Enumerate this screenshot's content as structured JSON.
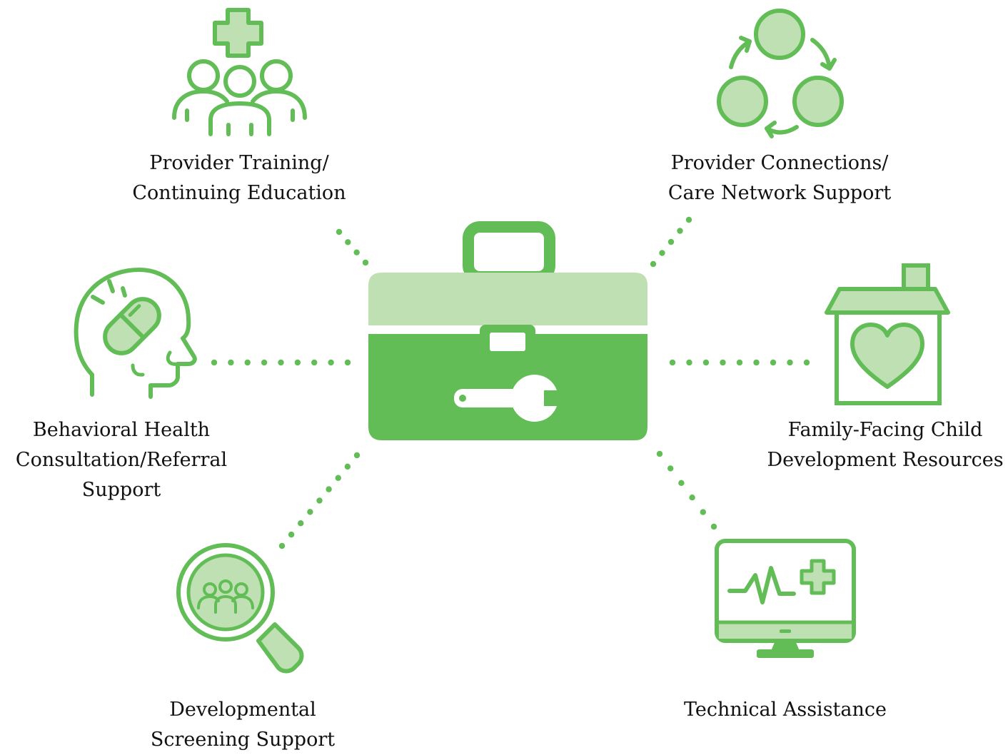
{
  "colors": {
    "green": "#62bd57",
    "light_green": "#bfe0b3",
    "dots": "#62bd57",
    "text": "#111111"
  },
  "center": {
    "icon": "toolbox-icon",
    "inner_icon": "wrench-icon"
  },
  "nodes": [
    {
      "id": "training",
      "icon": "provider-group-plus-icon",
      "label_lines": [
        "Provider Training/",
        "Continuing Education"
      ]
    },
    {
      "id": "connections",
      "icon": "cycle-network-icon",
      "label_lines": [
        "Provider Connections/",
        "Care Network Support"
      ]
    },
    {
      "id": "behavioral",
      "icon": "head-pill-icon",
      "label_lines": [
        "Behavioral Health",
        "Consultation/Referral",
        "Support"
      ]
    },
    {
      "id": "family",
      "icon": "house-heart-icon",
      "label_lines": [
        "Family-Facing Child",
        "Development Resources"
      ]
    },
    {
      "id": "screening",
      "icon": "magnifier-people-icon",
      "label_lines": [
        "Developmental",
        "Screening Support"
      ]
    },
    {
      "id": "technical",
      "icon": "monitor-health-icon",
      "label_lines": [
        "Technical Assistance"
      ]
    }
  ]
}
